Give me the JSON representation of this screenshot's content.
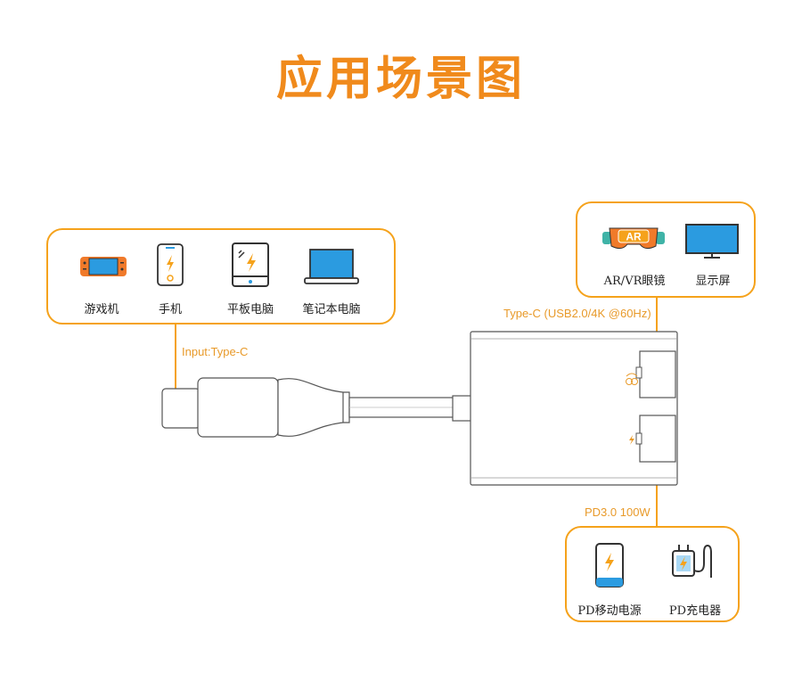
{
  "title": "应用场景图",
  "input_box": {
    "devices": [
      {
        "label": "游戏机",
        "icon": "game-console-icon"
      },
      {
        "label": "手机",
        "icon": "phone-icon"
      },
      {
        "label": "平板电脑",
        "icon": "tablet-icon"
      },
      {
        "label": "笔记本电脑",
        "icon": "laptop-icon"
      }
    ]
  },
  "output_box": {
    "devices": [
      {
        "label": "AR/VR眼镜",
        "icon": "ar-glasses-icon"
      },
      {
        "label": "显示屏",
        "icon": "monitor-icon"
      }
    ]
  },
  "power_box": {
    "devices": [
      {
        "label": "PD移动电源",
        "icon": "power-bank-icon"
      },
      {
        "label": "PD充电器",
        "icon": "charger-icon"
      }
    ]
  },
  "labels": {
    "input": "Input:Type-C",
    "video_port": "Type-C (USB2.0/4K @60Hz)",
    "power_port": "PD3.0 100W",
    "ar_badge": "AR"
  },
  "colors": {
    "accent": "#F5A21B",
    "title": "#F08A1C",
    "icon_blue": "#2B9BE0",
    "ar_orange": "#F07A2A",
    "ar_teal": "#3FB3A7"
  }
}
